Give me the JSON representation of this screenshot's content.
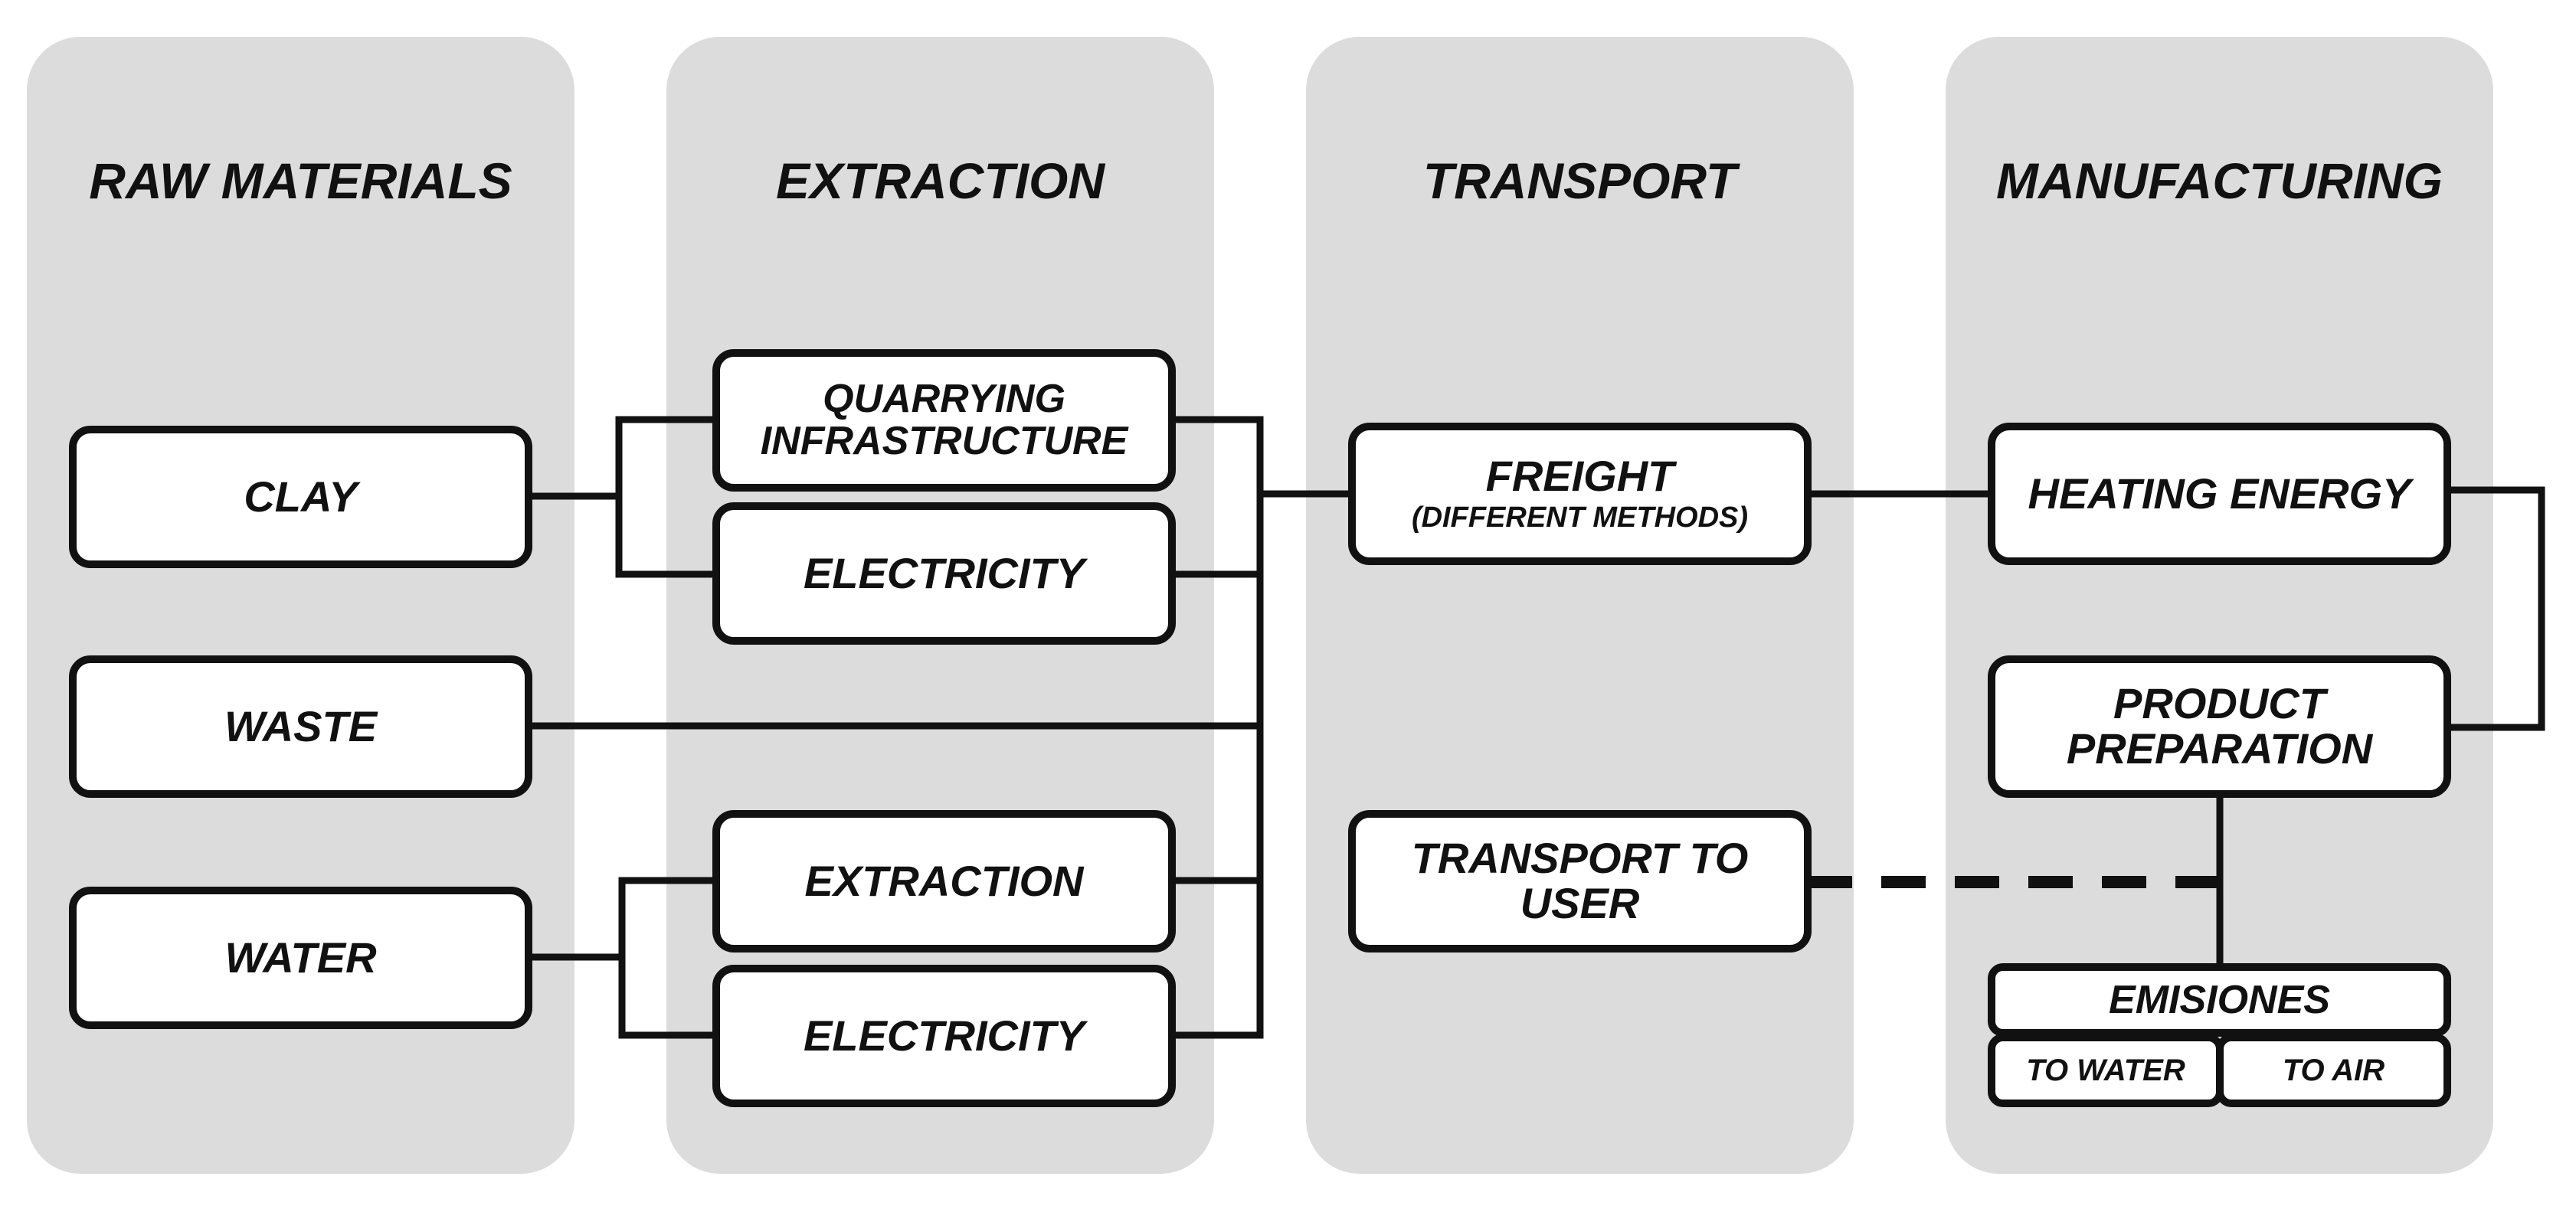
{
  "columns": [
    {
      "title": "RAW MATERIALS"
    },
    {
      "title": "EXTRACTION"
    },
    {
      "title": "TRANSPORT"
    },
    {
      "title": "MANUFACTURING"
    }
  ],
  "raw_materials": {
    "clay": "CLAY",
    "waste": "WASTE",
    "water": "WATER"
  },
  "extraction": {
    "quarrying_line1": "QUARRYING",
    "quarrying_line2": "INFRASTRUCTURE",
    "electricity_1": "ELECTRICITY",
    "extraction": "EXTRACTION",
    "electricity_2": "ELECTRICITY"
  },
  "transport": {
    "freight": "FREIGHT",
    "freight_sub": "(DIFFERENT METHODS)",
    "to_user_line1": "TRANSPORT TO",
    "to_user_line2": "USER"
  },
  "manufacturing": {
    "heating_energy": "HEATING ENERGY",
    "product_line1": "PRODUCT",
    "product_line2": "PREPARATION",
    "emissions": "EMISIONES",
    "to_water": "TO WATER",
    "to_air": "TO AIR"
  }
}
